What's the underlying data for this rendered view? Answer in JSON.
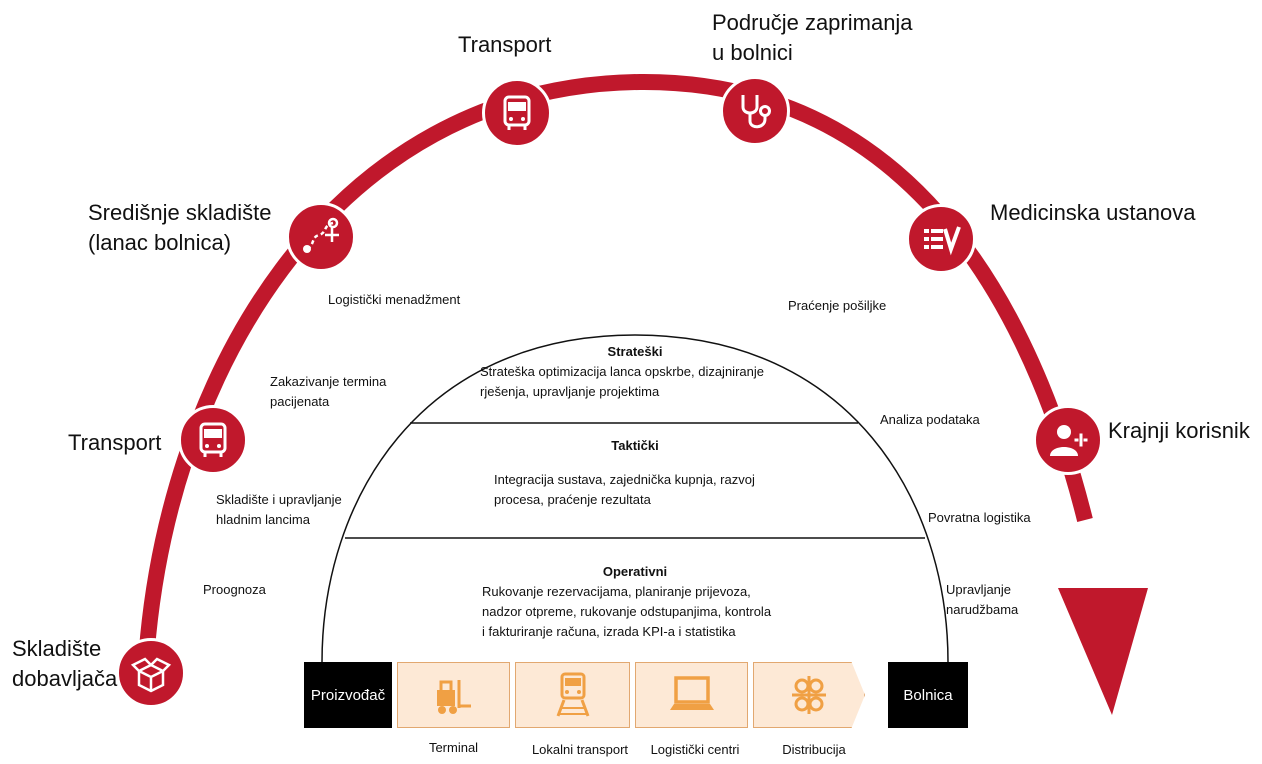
{
  "arc_labels": {
    "supplier_warehouse": [
      "Skladište",
      "dobavljača"
    ],
    "transport_left": "Transport",
    "central_warehouse": [
      "Središnje skladište",
      "(lanac bolnica)"
    ],
    "transport_top": "Transport",
    "hospital_receiving": [
      "Područje zaprimanja",
      "u bolnici"
    ],
    "medical_institution": "Medicinska ustanova",
    "end_user": "Krajnji korisnik"
  },
  "process_labels": {
    "logistics_management": "Logistički menadžment",
    "patient_scheduling": [
      "Zakazivanje termina",
      "pacijenata"
    ],
    "cold_chain": [
      "Skladište i upravljanje",
      "hladnim lancima"
    ],
    "forecast": "Proognoza",
    "shipment_tracking": "Praćenje pošiljke",
    "data_analysis": "Analiza podataka",
    "reverse_logistics": "Povratna logistika",
    "order_management": [
      "Upravljanje",
      "narudžbama"
    ]
  },
  "levels": {
    "strategic": {
      "title": "Strateški",
      "text": [
        "Strateška optimizacija lanca opskrbe, dizajniranje",
        "rješenja, upravljanje projektima"
      ]
    },
    "tactical": {
      "title": "Taktički",
      "text": [
        "Integracija sustava, zajednička kupnja, razvoj",
        "procesa, praćenje rezultata"
      ]
    },
    "operational": {
      "title": "Operativni",
      "text": [
        "Rukovanje rezervacijama, planiranje prijevoza,",
        "nadzor otpreme, rukovanje odstupanjima, kontrola",
        "i fakturiranje računa, izrada KPI-a i statistika"
      ]
    }
  },
  "chain": {
    "start": "Proizvođač",
    "end": "Bolnica",
    "stages": [
      "Terminal",
      "Lokalni transport",
      "Logistički centri",
      "Distribucija"
    ]
  },
  "icons": {
    "supplier_warehouse": "box-icon",
    "transport_left": "bus-icon",
    "central_warehouse": "route-icon",
    "transport_top": "bus-icon",
    "hospital_receiving": "stethoscope-icon",
    "medical_institution": "list-check-icon",
    "end_user": "patient-plus-icon",
    "terminal": "forklift-icon",
    "local_transport": "train-icon",
    "logistics_centers": "laptop-icon",
    "distribution": "network-icon"
  },
  "colors": {
    "arc": "#c0182c",
    "stage_fill": "#fde9d6",
    "stage_icon": "#f0a044",
    "endpoint": "#000000"
  }
}
